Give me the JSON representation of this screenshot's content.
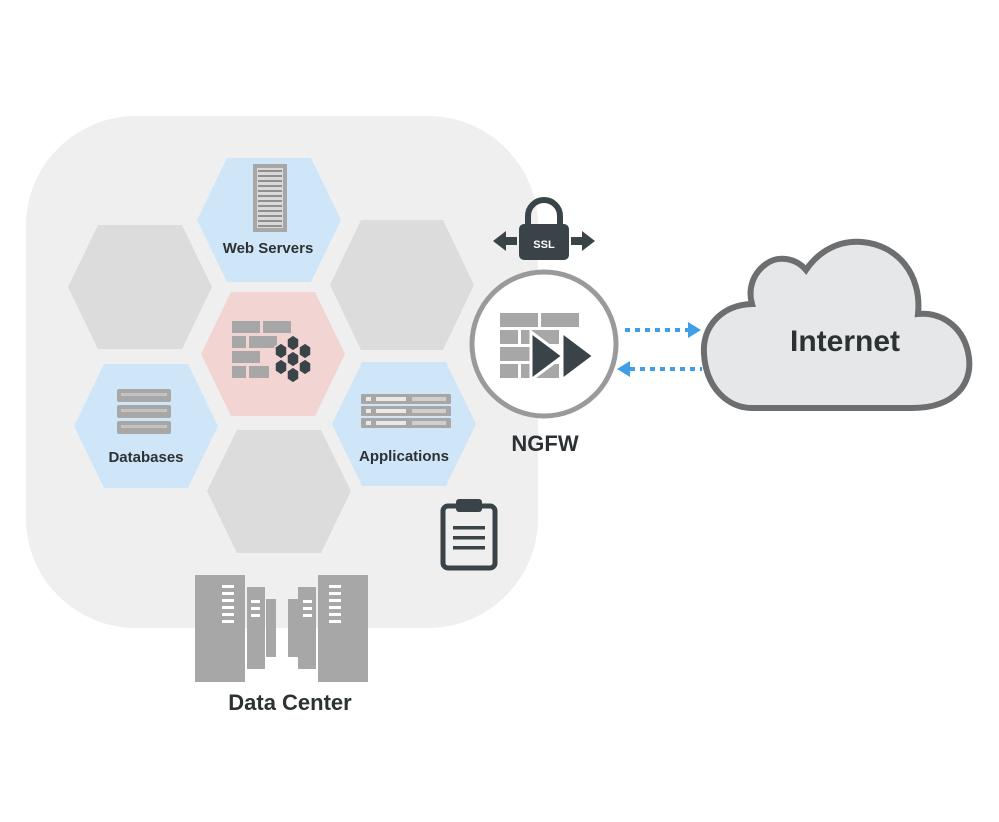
{
  "labels": {
    "web_servers": "Web Servers",
    "databases": "Databases",
    "applications": "Applications",
    "ngfw": "NGFW",
    "ssl": "SSL",
    "internet": "Internet",
    "data_center": "Data Center"
  },
  "colors": {
    "panel": "#efefef",
    "hex_gray": "#dcdcdc",
    "hex_blue": "#cfe6f8",
    "hex_pink": "#f2d4d2",
    "icon_dark": "#3a4448",
    "icon_gray": "#a7a7a7",
    "arrow_blue": "#3f9ee6",
    "cloud_fill": "#e6e7e8",
    "cloud_stroke": "#6d6e70"
  },
  "icons": {
    "web_servers": "server-rack-icon",
    "databases": "database-stack-icon",
    "applications": "rack-units-icon",
    "center": "firewall-hexagons-icon",
    "ngfw": "ngfw-firewall-icon",
    "ssl": "ssl-lock-icon",
    "clipboard": "clipboard-icon",
    "data_center": "data-center-servers-icon"
  }
}
